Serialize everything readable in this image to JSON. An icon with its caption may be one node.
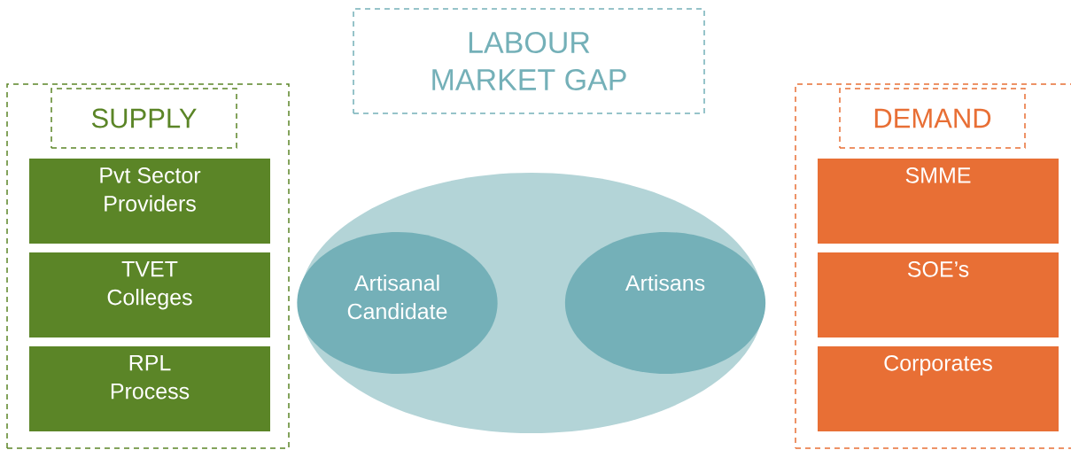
{
  "diagram": {
    "nodes": [
      {
        "text": [],
        "shape": "box"
      },
      {
        "text": [
          "SUPPLY"
        ],
        "in": 0
      },
      {
        "text": [
          "Pvt Sector Providers"
        ],
        "in": 0
      },
      {
        "text": [
          "TVET Colleges"
        ],
        "in": 0
      },
      {
        "text": [
          "RPL Process"
        ],
        "in": 0
      },
      {
        "text": [
          "LABOUR MARKET GAP"
        ]
      },
      {
        "text": [],
        "shape": "ellipse"
      },
      {
        "text": [
          "Artisanal Candidate"
        ],
        "in": 6
      },
      {
        "text": [
          "Artisans"
        ],
        "in": 6
      },
      {
        "text": [],
        "shape": "box"
      },
      {
        "text": [
          "DEMAND"
        ],
        "in": 9
      },
      {
        "text": [
          "SMME"
        ],
        "in": 9
      },
      {
        "text": [
          "SOE’s"
        ],
        "in": 9
      },
      {
        "text": [
          "Corporates"
        ],
        "in": 9
      }
    ]
  }
}
